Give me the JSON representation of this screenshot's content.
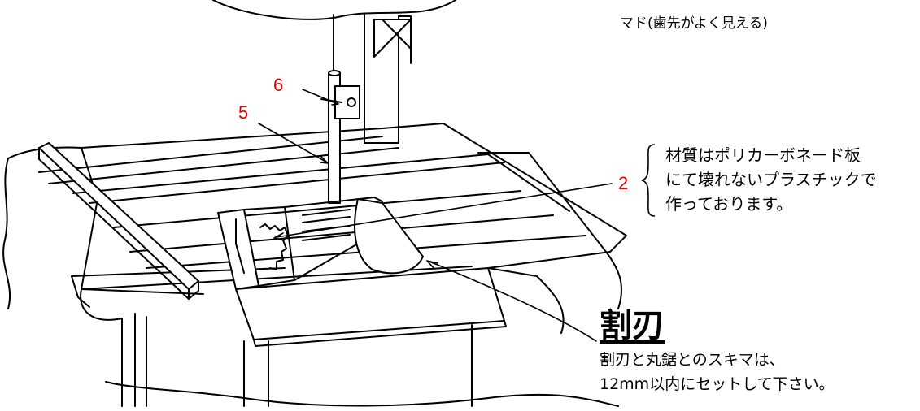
{
  "top_note": "マド(歯先がよく見える)",
  "labels": {
    "six": "6",
    "five": "5",
    "two": "2"
  },
  "material_note": {
    "lines": [
      "材質はポリカーボネード板",
      "にて壊れないプラスチックで",
      "作っております。"
    ]
  },
  "riving_knife": {
    "title": "割刃",
    "description_lines": [
      "割刃と丸鋸とのスキマは、",
      "12mm以内にセットして下さい。"
    ]
  },
  "colors": {
    "label_red": "#e60000",
    "line": "#000000",
    "background": "#ffffff"
  }
}
